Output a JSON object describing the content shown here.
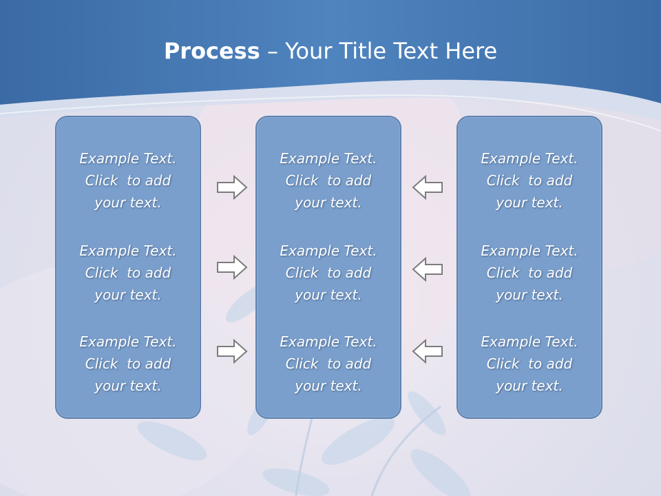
{
  "title": {
    "bold_part": "Process",
    "rest_part": " – Your Title Text Here"
  },
  "panels": [
    {
      "items": [
        {
          "line1": "Example Text.",
          "line2": "Click  to add",
          "line3": "your text."
        },
        {
          "line1": "Example Text.",
          "line2": "Click  to add",
          "line3": "your text."
        },
        {
          "line1": "Example Text.",
          "line2": "Click  to add",
          "line3": "your text."
        }
      ]
    },
    {
      "items": [
        {
          "line1": "Example Text.",
          "line2": "Click  to add",
          "line3": "your text."
        },
        {
          "line1": "Example Text.",
          "line2": "Click  to add",
          "line3": "your text."
        },
        {
          "line1": "Example Text.",
          "line2": "Click  to add",
          "line3": "your text."
        }
      ]
    },
    {
      "items": [
        {
          "line1": "Example Text.",
          "line2": "Click  to add",
          "line3": "your text."
        },
        {
          "line1": "Example Text.",
          "line2": "Click  to add",
          "line3": "your text."
        },
        {
          "line1": "Example Text.",
          "line2": "Click  to add",
          "line3": "your text."
        }
      ]
    }
  ],
  "arrows": {
    "left_group": "right-arrow-icon",
    "right_group": "left-arrow-icon"
  },
  "colors": {
    "header": "#4a7cb8",
    "panel_fill": "#7a9fcc",
    "panel_border": "#5e82b0"
  }
}
